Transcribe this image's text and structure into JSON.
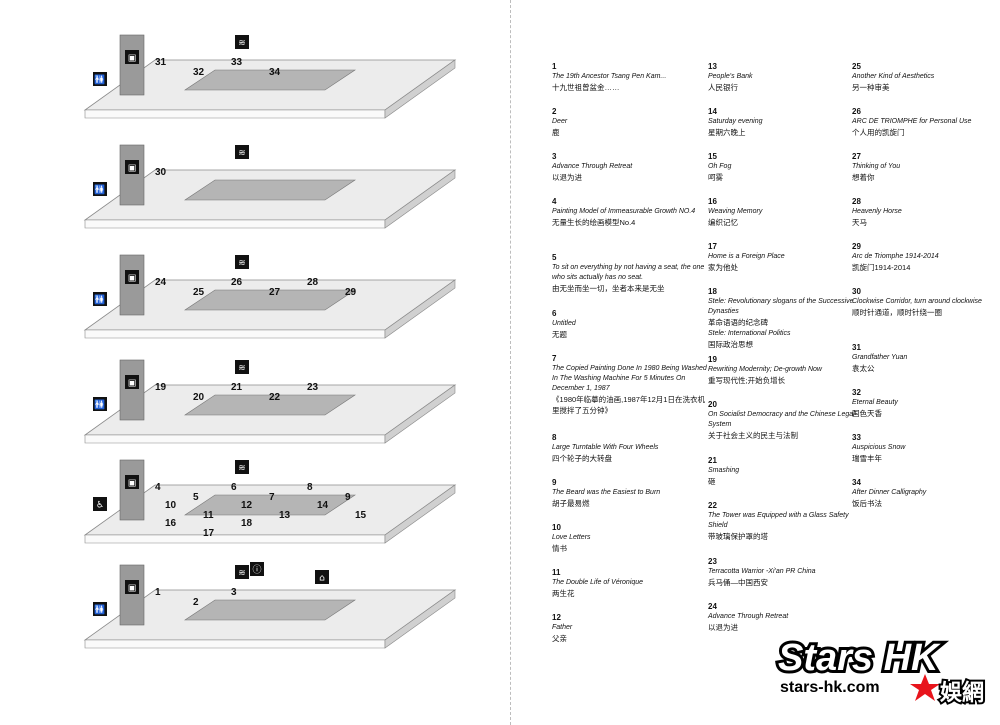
{
  "floors": [
    {
      "id": "f6",
      "labels": [
        "31",
        "32",
        "33",
        "34"
      ]
    },
    {
      "id": "f5",
      "labels": [
        "30"
      ]
    },
    {
      "id": "f4",
      "labels": [
        "24",
        "25",
        "26",
        "27",
        "28",
        "29"
      ]
    },
    {
      "id": "f3",
      "labels": [
        "19",
        "20",
        "21",
        "22",
        "23"
      ]
    },
    {
      "id": "f2",
      "labels": [
        "4",
        "5",
        "6",
        "7",
        "8",
        "9",
        "10",
        "11",
        "12",
        "13",
        "14",
        "15",
        "16",
        "17",
        "18"
      ]
    },
    {
      "id": "f1",
      "labels": [
        "1",
        "2",
        "3"
      ]
    }
  ],
  "icons": {
    "wifi": "wifi-icon",
    "toilet": "toilet-icon",
    "elevator": "elevator-icon",
    "accessible": "wheelchair-icon",
    "info": "info-icon",
    "gift": "gift-shop-icon"
  },
  "entries": [
    {
      "num": "1",
      "en": "The 19th Ancestor Tsang Pen Kam...",
      "zh": "十九世祖曾盆金……"
    },
    {
      "num": "2",
      "en": "Deer",
      "zh": "鹿"
    },
    {
      "num": "3",
      "en": "Advance Through Retreat",
      "zh": "以退为进"
    },
    {
      "num": "4",
      "en": "Painting Model of Immeasurable Growth NO.4",
      "zh": "无量生长的绘画模型No.4"
    },
    {
      "num": "5",
      "en": "To sit on everything by not having a seat, the one who sits actually has no seat.",
      "zh": "由无坐而坐一切，坐者本来是无坐"
    },
    {
      "num": "6",
      "en": "Untitled",
      "zh": "无题"
    },
    {
      "num": "7",
      "en": "The Copied Painting Done In 1980 Being Washed In The Washing Machine For 5 Minutes On December 1, 1987",
      "zh": "《1980年临摹的油画,1987年12月1日在洗衣机里搅拌了五分钟》"
    },
    {
      "num": "8",
      "en": "Large Turntable With Four Wheels",
      "zh": "四个轮子的大转盘"
    },
    {
      "num": "9",
      "en": "The Beard was the Easiest to Burn",
      "zh": "胡子最易燃"
    },
    {
      "num": "10",
      "en": "Love Letters",
      "zh": "情书"
    },
    {
      "num": "11",
      "en": "The Double Life of Véronique",
      "zh": "两生花"
    },
    {
      "num": "12",
      "en": "Father",
      "zh": "父亲"
    },
    {
      "num": "13",
      "en": "People's Bank",
      "zh": "人民银行"
    },
    {
      "num": "14",
      "en": "Saturday evening",
      "zh": "星期六晚上"
    },
    {
      "num": "15",
      "en": "Oh Fog",
      "zh": "呵雾"
    },
    {
      "num": "16",
      "en": "Weaving Memory",
      "zh": "编织记忆"
    },
    {
      "num": "17",
      "en": "Home is a Foreign Place",
      "zh": "家为他处"
    },
    {
      "num": "18",
      "en": "Stele: Revolutionary slogans of the Successive Dynasties",
      "zh": "革命语语的纪念碑",
      "en2": "Stele: International Politics",
      "zh2": "国际政治思想"
    },
    {
      "num": "19",
      "en": "Rewriting Modernity; De-growth Now",
      "zh": "重写现代性;开始负增长"
    },
    {
      "num": "20",
      "en": "On Socialist Democracy and the Chinese Legal System",
      "zh": "关于社会主义的民主与法制"
    },
    {
      "num": "21",
      "en": "Smashing",
      "zh": "砸"
    },
    {
      "num": "22",
      "en": "The Tower was Equipped with a Glass Safety Shield",
      "zh": "带玻璃保护罩的塔"
    },
    {
      "num": "23",
      "en": "Terracotta Warrior -Xi'an PR China",
      "zh": "兵马俑—中国西安"
    },
    {
      "num": "24",
      "en": "Advance Through Retreat",
      "zh": "以退为进"
    },
    {
      "num": "25",
      "en": "Another Kind of Aesthetics",
      "zh": "另一种审美"
    },
    {
      "num": "26",
      "en": "ARC DE TRIOMPHE for Personal Use",
      "zh": "个人用的凯旋门"
    },
    {
      "num": "27",
      "en": "Thinking of You",
      "zh": "想着你"
    },
    {
      "num": "28",
      "en": "Heavenly Horse",
      "zh": "天马"
    },
    {
      "num": "29",
      "en": "Arc de Triomphe 1914-2014",
      "zh": "凯旋门1914-2014"
    },
    {
      "num": "30",
      "en": "Clockwise Corridor, turn around clockwise",
      "zh": "顺时针通道，顺时针绕一圈"
    },
    {
      "num": "31",
      "en": "Grandfather Yuan",
      "zh": "袁太公"
    },
    {
      "num": "32",
      "en": "Eternal Beauty",
      "zh": "国色天香"
    },
    {
      "num": "33",
      "en": "Auspicious Snow",
      "zh": "瑞雪丰年"
    },
    {
      "num": "34",
      "en": "After Dinner Calligraphy",
      "zh": "饭后书法"
    }
  ],
  "logo": {
    "title": "Stars HK",
    "url": "stars-hk.com",
    "zh": "娛網",
    "accent": "#e8141c"
  },
  "colors": {
    "floor": "#d9d9d9",
    "floor_top": "#ececec",
    "wall": "#b5b5b5",
    "core": "#9a9a9a",
    "icon_bg": "#111111"
  }
}
